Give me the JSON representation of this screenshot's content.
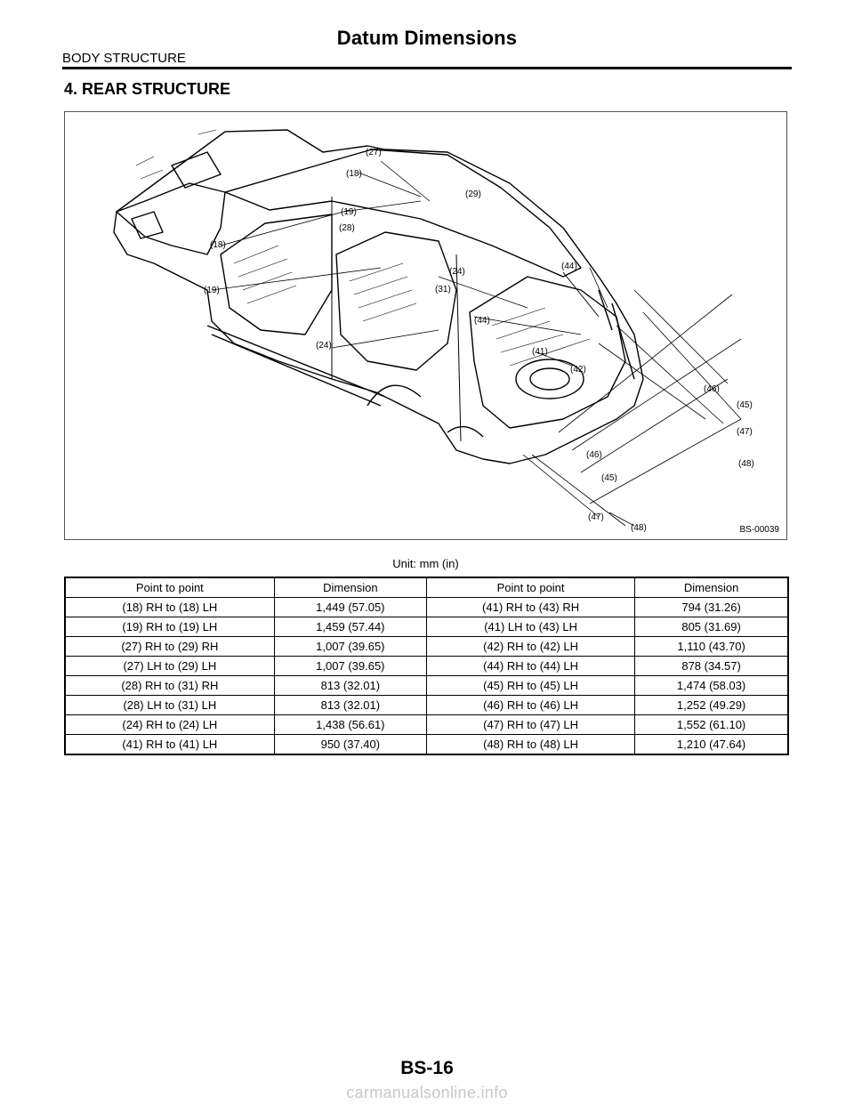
{
  "header": {
    "title": "Datum Dimensions",
    "section": "BODY STRUCTURE"
  },
  "heading": "4.  REAR STRUCTURE",
  "figure": {
    "id": "BS-00039",
    "labels": [
      "(27)",
      "(18)",
      "(29)",
      "(19)",
      "(28)",
      "(18)",
      "(24)",
      "(31)",
      "(44)",
      "(19)",
      "(44)",
      "(24)",
      "(41)",
      "(42)",
      "(46)",
      "(45)",
      "(47)",
      "(48)",
      "(46)",
      "(45)",
      "(47)",
      "(48)"
    ]
  },
  "unit_caption": "Unit: mm (in)",
  "table": {
    "headers": [
      "Point to point",
      "Dimension",
      "Point to point",
      "Dimension"
    ],
    "rows": [
      [
        "(18) RH to (18) LH",
        "1,449 (57.05)",
        "(41) RH to (43) RH",
        "794 (31.26)"
      ],
      [
        "(19) RH to (19) LH",
        "1,459 (57.44)",
        "(41) LH to (43) LH",
        "805 (31.69)"
      ],
      [
        "(27) RH to (29) RH",
        "1,007 (39.65)",
        "(42) RH to (42) LH",
        "1,110 (43.70)"
      ],
      [
        "(27) LH to (29) LH",
        "1,007 (39.65)",
        "(44) RH to (44) LH",
        "878 (34.57)"
      ],
      [
        "(28) RH to (31) RH",
        "813 (32.01)",
        "(45) RH to (45) LH",
        "1,474 (58.03)"
      ],
      [
        "(28) LH to (31) LH",
        "813 (32.01)",
        "(46) RH to (46) LH",
        "1,252 (49.29)"
      ],
      [
        "(24) RH to (24) LH",
        "1,438 (56.61)",
        "(47) RH to (47) LH",
        "1,552 (61.10)"
      ],
      [
        "(41) RH to (41) LH",
        "950 (37.40)",
        "(48) RH to (48) LH",
        "1,210 (47.64)"
      ]
    ]
  },
  "footer": {
    "page_number": "BS-16",
    "watermark": "carmanualsonline.info"
  }
}
